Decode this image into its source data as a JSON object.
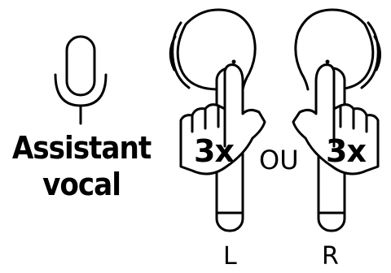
{
  "assistant": {
    "line1": "Assistant",
    "line2": "vocal"
  },
  "left_earbud": {
    "tap_label": "3x",
    "side_label": "L"
  },
  "right_earbud": {
    "tap_label": "3x",
    "side_label": "R"
  },
  "conjunction": "OU",
  "icons": [
    "microphone-icon",
    "left-earbud-icon",
    "right-earbud-icon",
    "left-hand-icon",
    "right-hand-icon"
  ]
}
